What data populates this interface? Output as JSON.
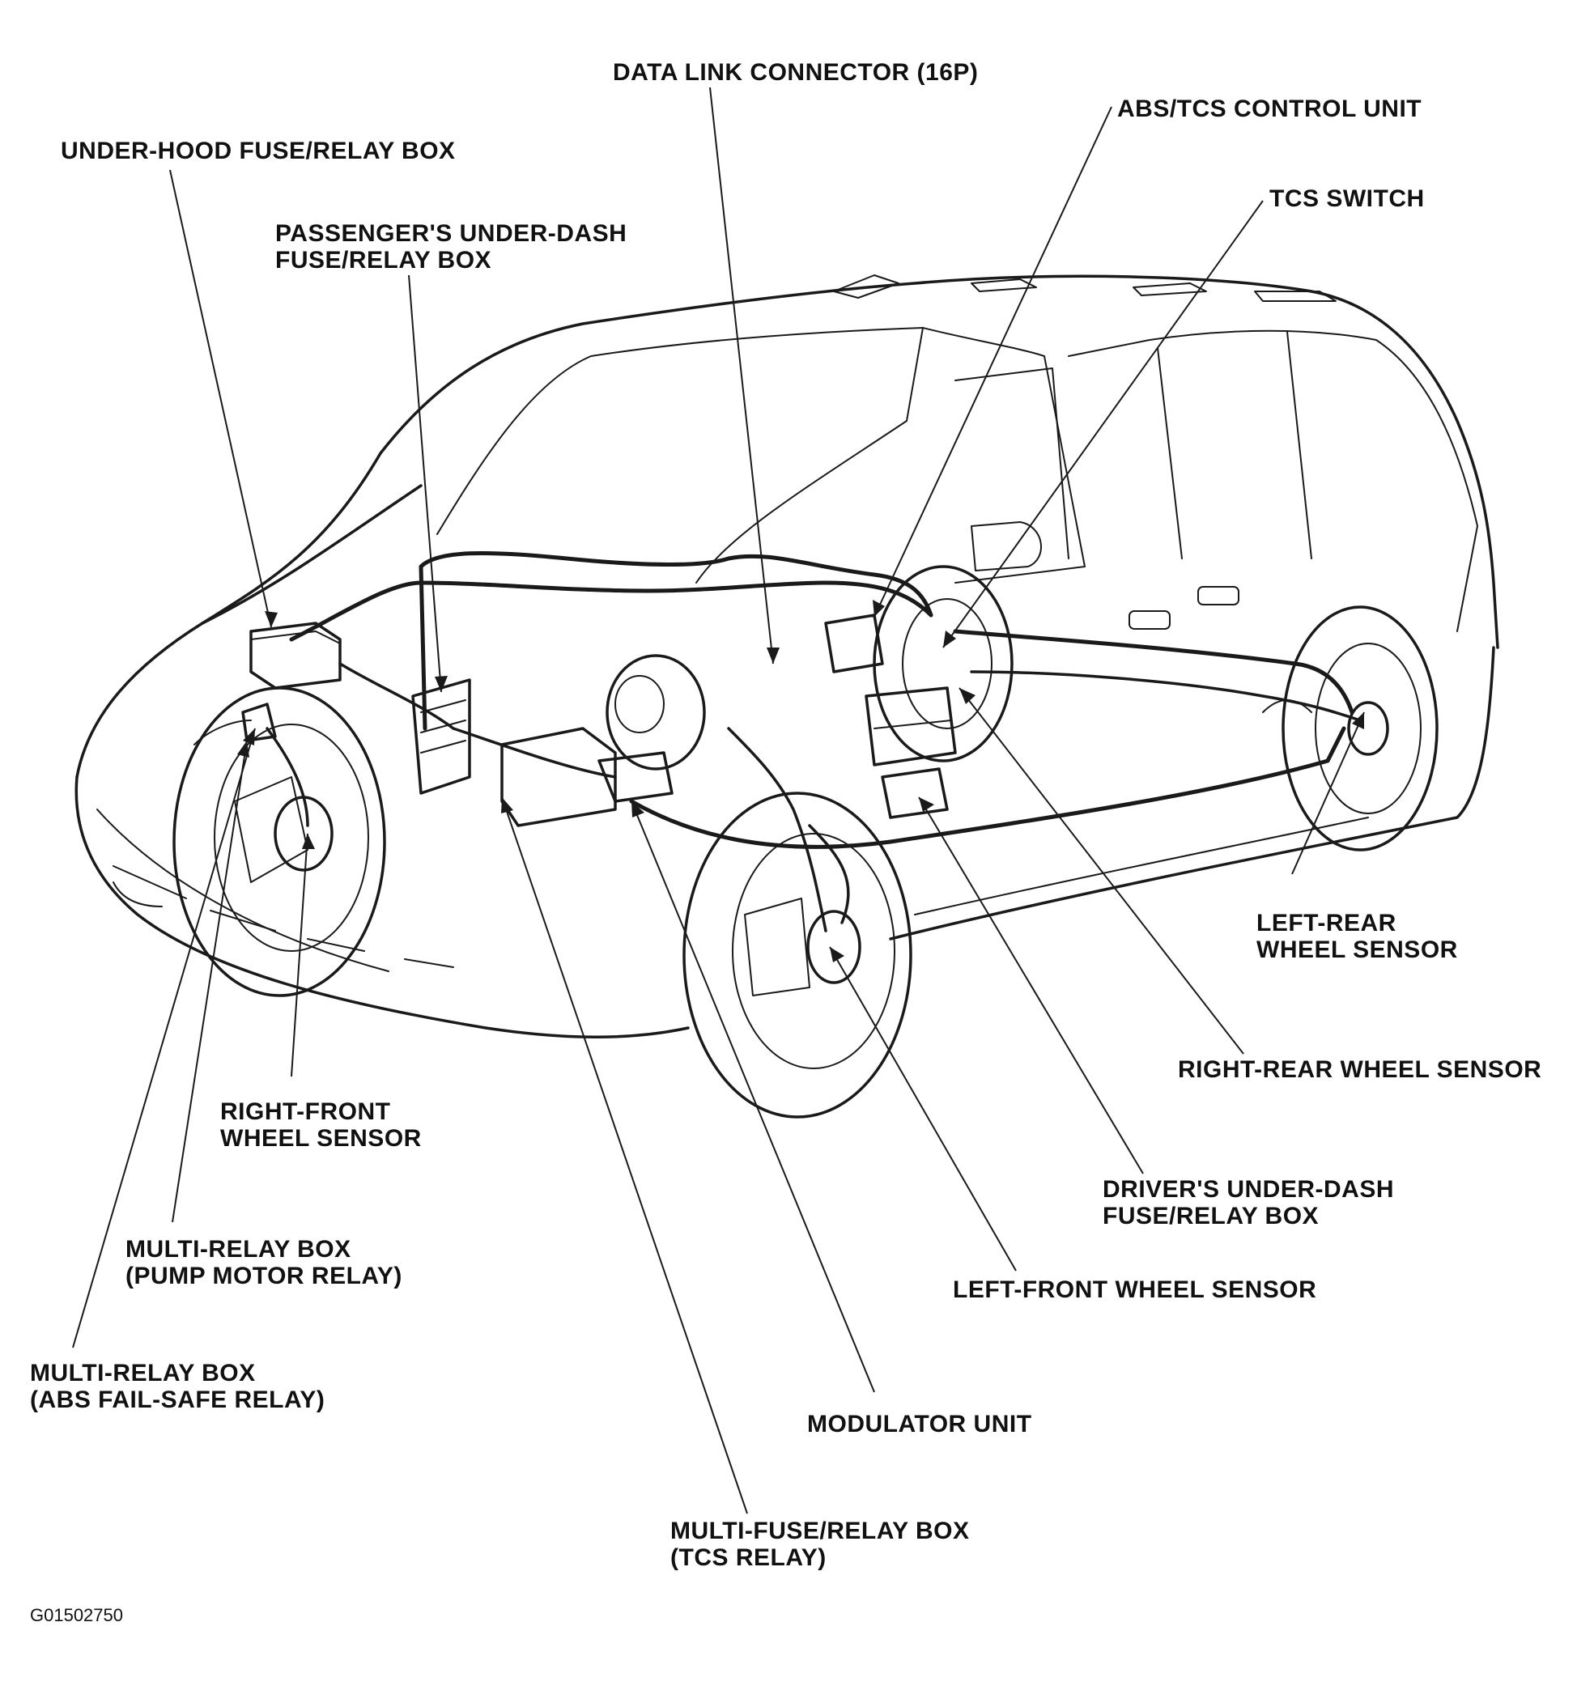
{
  "figure_code": "G01502750",
  "labels": {
    "data_link_connector": [
      "DATA LINK CONNECTOR (16P)"
    ],
    "abs_tcs_control_unit": [
      "ABS/TCS CONTROL UNIT"
    ],
    "under_hood_fuse_relay_box": [
      "UNDER-HOOD FUSE/RELAY BOX"
    ],
    "tcs_switch": [
      "TCS SWITCH"
    ],
    "passengers_under_dash_box": [
      "PASSENGER'S UNDER-DASH",
      "FUSE/RELAY BOX"
    ],
    "left_rear_wheel_sensor": [
      "LEFT-REAR",
      "WHEEL SENSOR"
    ],
    "right_rear_wheel_sensor": [
      "RIGHT-REAR WHEEL SENSOR"
    ],
    "right_front_wheel_sensor": [
      "RIGHT-FRONT",
      "WHEEL SENSOR"
    ],
    "drivers_under_dash_box": [
      "DRIVER'S UNDER-DASH",
      "FUSE/RELAY BOX"
    ],
    "multi_relay_pump_motor": [
      "MULTI-RELAY BOX",
      "(PUMP MOTOR RELAY)"
    ],
    "left_front_wheel_sensor": [
      "LEFT-FRONT WHEEL SENSOR"
    ],
    "multi_relay_abs_failsafe": [
      "MULTI-RELAY BOX",
      "(ABS FAIL-SAFE RELAY)"
    ],
    "modulator_unit": [
      "MODULATOR UNIT"
    ],
    "multi_fuse_tcs_relay": [
      "MULTI-FUSE/RELAY BOX",
      "(TCS RELAY)"
    ]
  }
}
